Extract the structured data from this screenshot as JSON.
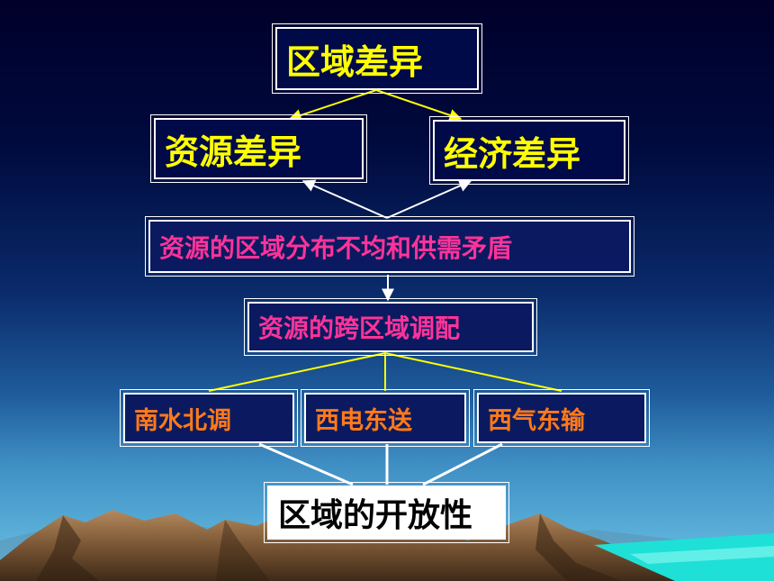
{
  "nodes": {
    "root": "区域差异",
    "resource_diff": "资源差异",
    "economic_diff": "经济差异",
    "imbalance": "资源的区域分布不均和供需矛盾",
    "allocation": "资源的跨区域调配",
    "water": "南水北调",
    "power": "西电东送",
    "gas": "西气东输",
    "openness": "区域的开放性"
  },
  "colors": {
    "title_text": "#ffff00",
    "mid_text": "#ff3399",
    "leaf_text": "#ff7a1a",
    "final_text": "#000000",
    "connector_yellow": "#ffff00",
    "connector_white": "#ffffff"
  }
}
